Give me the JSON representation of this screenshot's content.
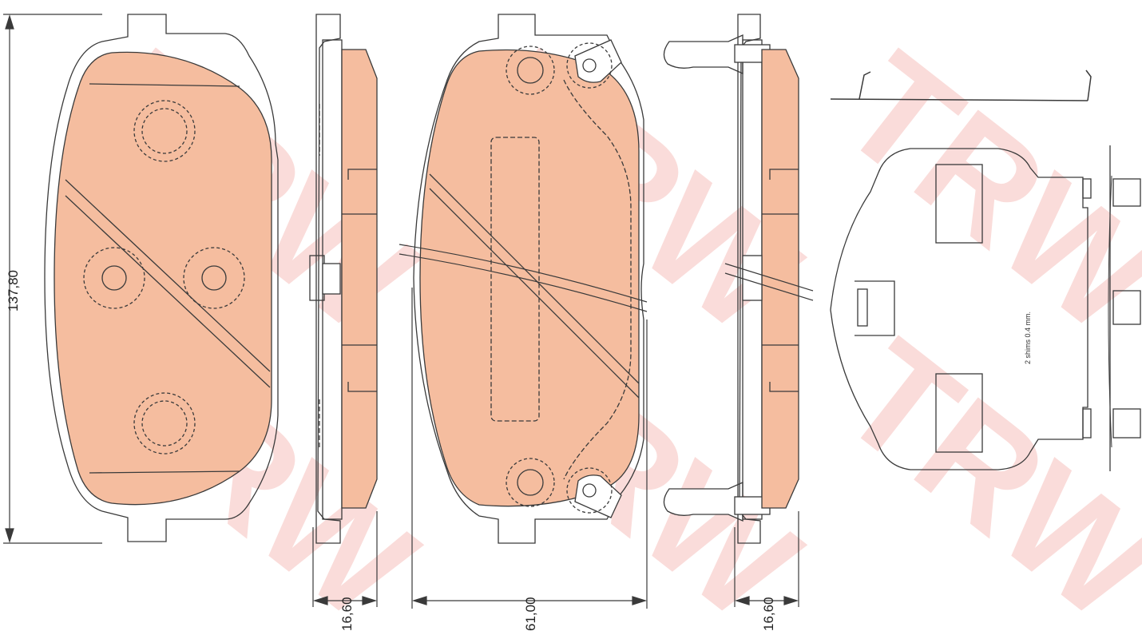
{
  "colors": {
    "pad_fill": "#f5bd9f",
    "outline": "#3a3a3a",
    "watermark": "#f6c1bd"
  },
  "watermark": {
    "text": "TRW"
  },
  "dimensions": {
    "height": "137,80",
    "thickness_left": "16,60",
    "width": "61,00",
    "thickness_right": "16,60"
  },
  "shim_note": "2 shims 0.4 mm."
}
